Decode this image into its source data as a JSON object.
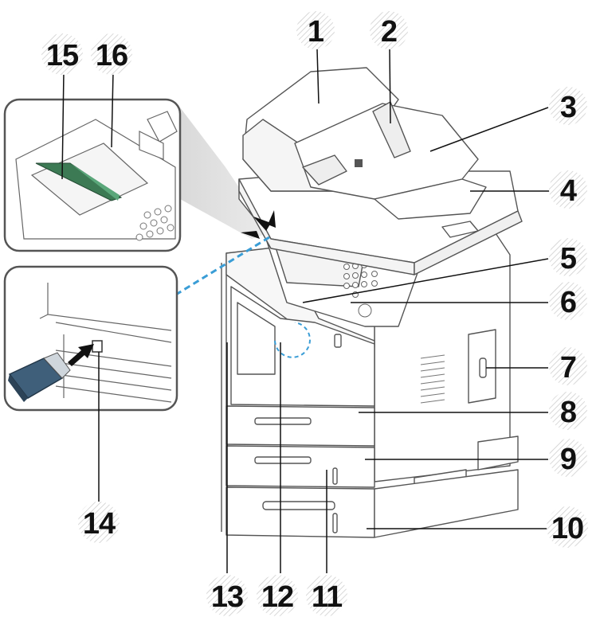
{
  "callouts": [
    {
      "id": 1,
      "label": "1"
    },
    {
      "id": 2,
      "label": "2"
    },
    {
      "id": 3,
      "label": "3"
    },
    {
      "id": 4,
      "label": "4"
    },
    {
      "id": 5,
      "label": "5"
    },
    {
      "id": 6,
      "label": "6"
    },
    {
      "id": 7,
      "label": "7"
    },
    {
      "id": 8,
      "label": "8"
    },
    {
      "id": 9,
      "label": "9"
    },
    {
      "id": 10,
      "label": "10"
    },
    {
      "id": 11,
      "label": "11"
    },
    {
      "id": 12,
      "label": "12"
    },
    {
      "id": 13,
      "label": "13"
    },
    {
      "id": 14,
      "label": "14"
    },
    {
      "id": 15,
      "label": "15"
    },
    {
      "id": 16,
      "label": "16"
    }
  ],
  "colors": {
    "line": "#111111",
    "outline": "#555555",
    "hatch": "#cfcfcf",
    "usb_body": "#3f5f7a",
    "dashed_usb_path": "#3a9dd6"
  }
}
